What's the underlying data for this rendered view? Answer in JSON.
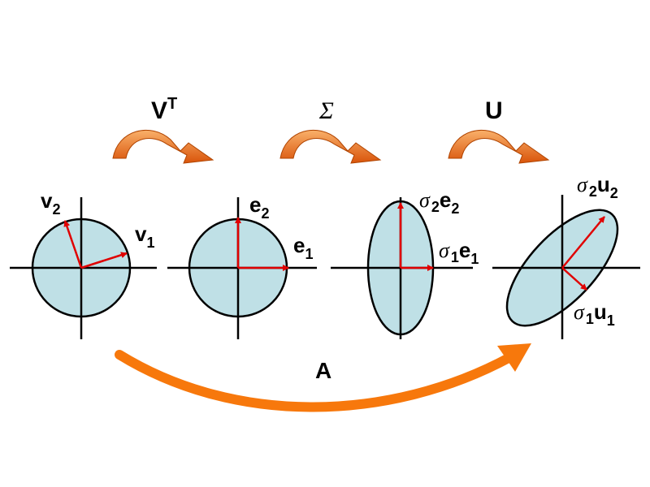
{
  "colors": {
    "shape_fill": "#bfe0e6",
    "shape_stroke": "#000000",
    "vector": "#e00000",
    "arrow_light": "#f79a3c",
    "arrow_dark": "#e05a00",
    "big_arrow": "#f7780c"
  },
  "operators": {
    "vt": {
      "main": "V",
      "sup": "T"
    },
    "sigma": {
      "main": "Σ"
    },
    "u": {
      "main": "U"
    },
    "a": {
      "main": "A"
    }
  },
  "panels": {
    "p1": {
      "v2": {
        "main": "v",
        "sub": "2"
      },
      "v1": {
        "main": "v",
        "sub": "1"
      }
    },
    "p2": {
      "e2": {
        "main": "e",
        "sub": "2"
      },
      "e1": {
        "main": "e",
        "sub": "1"
      }
    },
    "p3": {
      "s2e2": {
        "greek": "σ",
        "sub": "2",
        "main": "e",
        "sub2": "2"
      },
      "s1e1": {
        "greek": "σ",
        "sub": "1",
        "main": "e",
        "sub2": "1"
      }
    },
    "p4": {
      "s2u2": {
        "greek": "σ",
        "sub": "2",
        "main": "u",
        "sub2": "2"
      },
      "s1u1": {
        "greek": "σ",
        "sub": "1",
        "main": "u",
        "sub2": "1"
      }
    }
  }
}
